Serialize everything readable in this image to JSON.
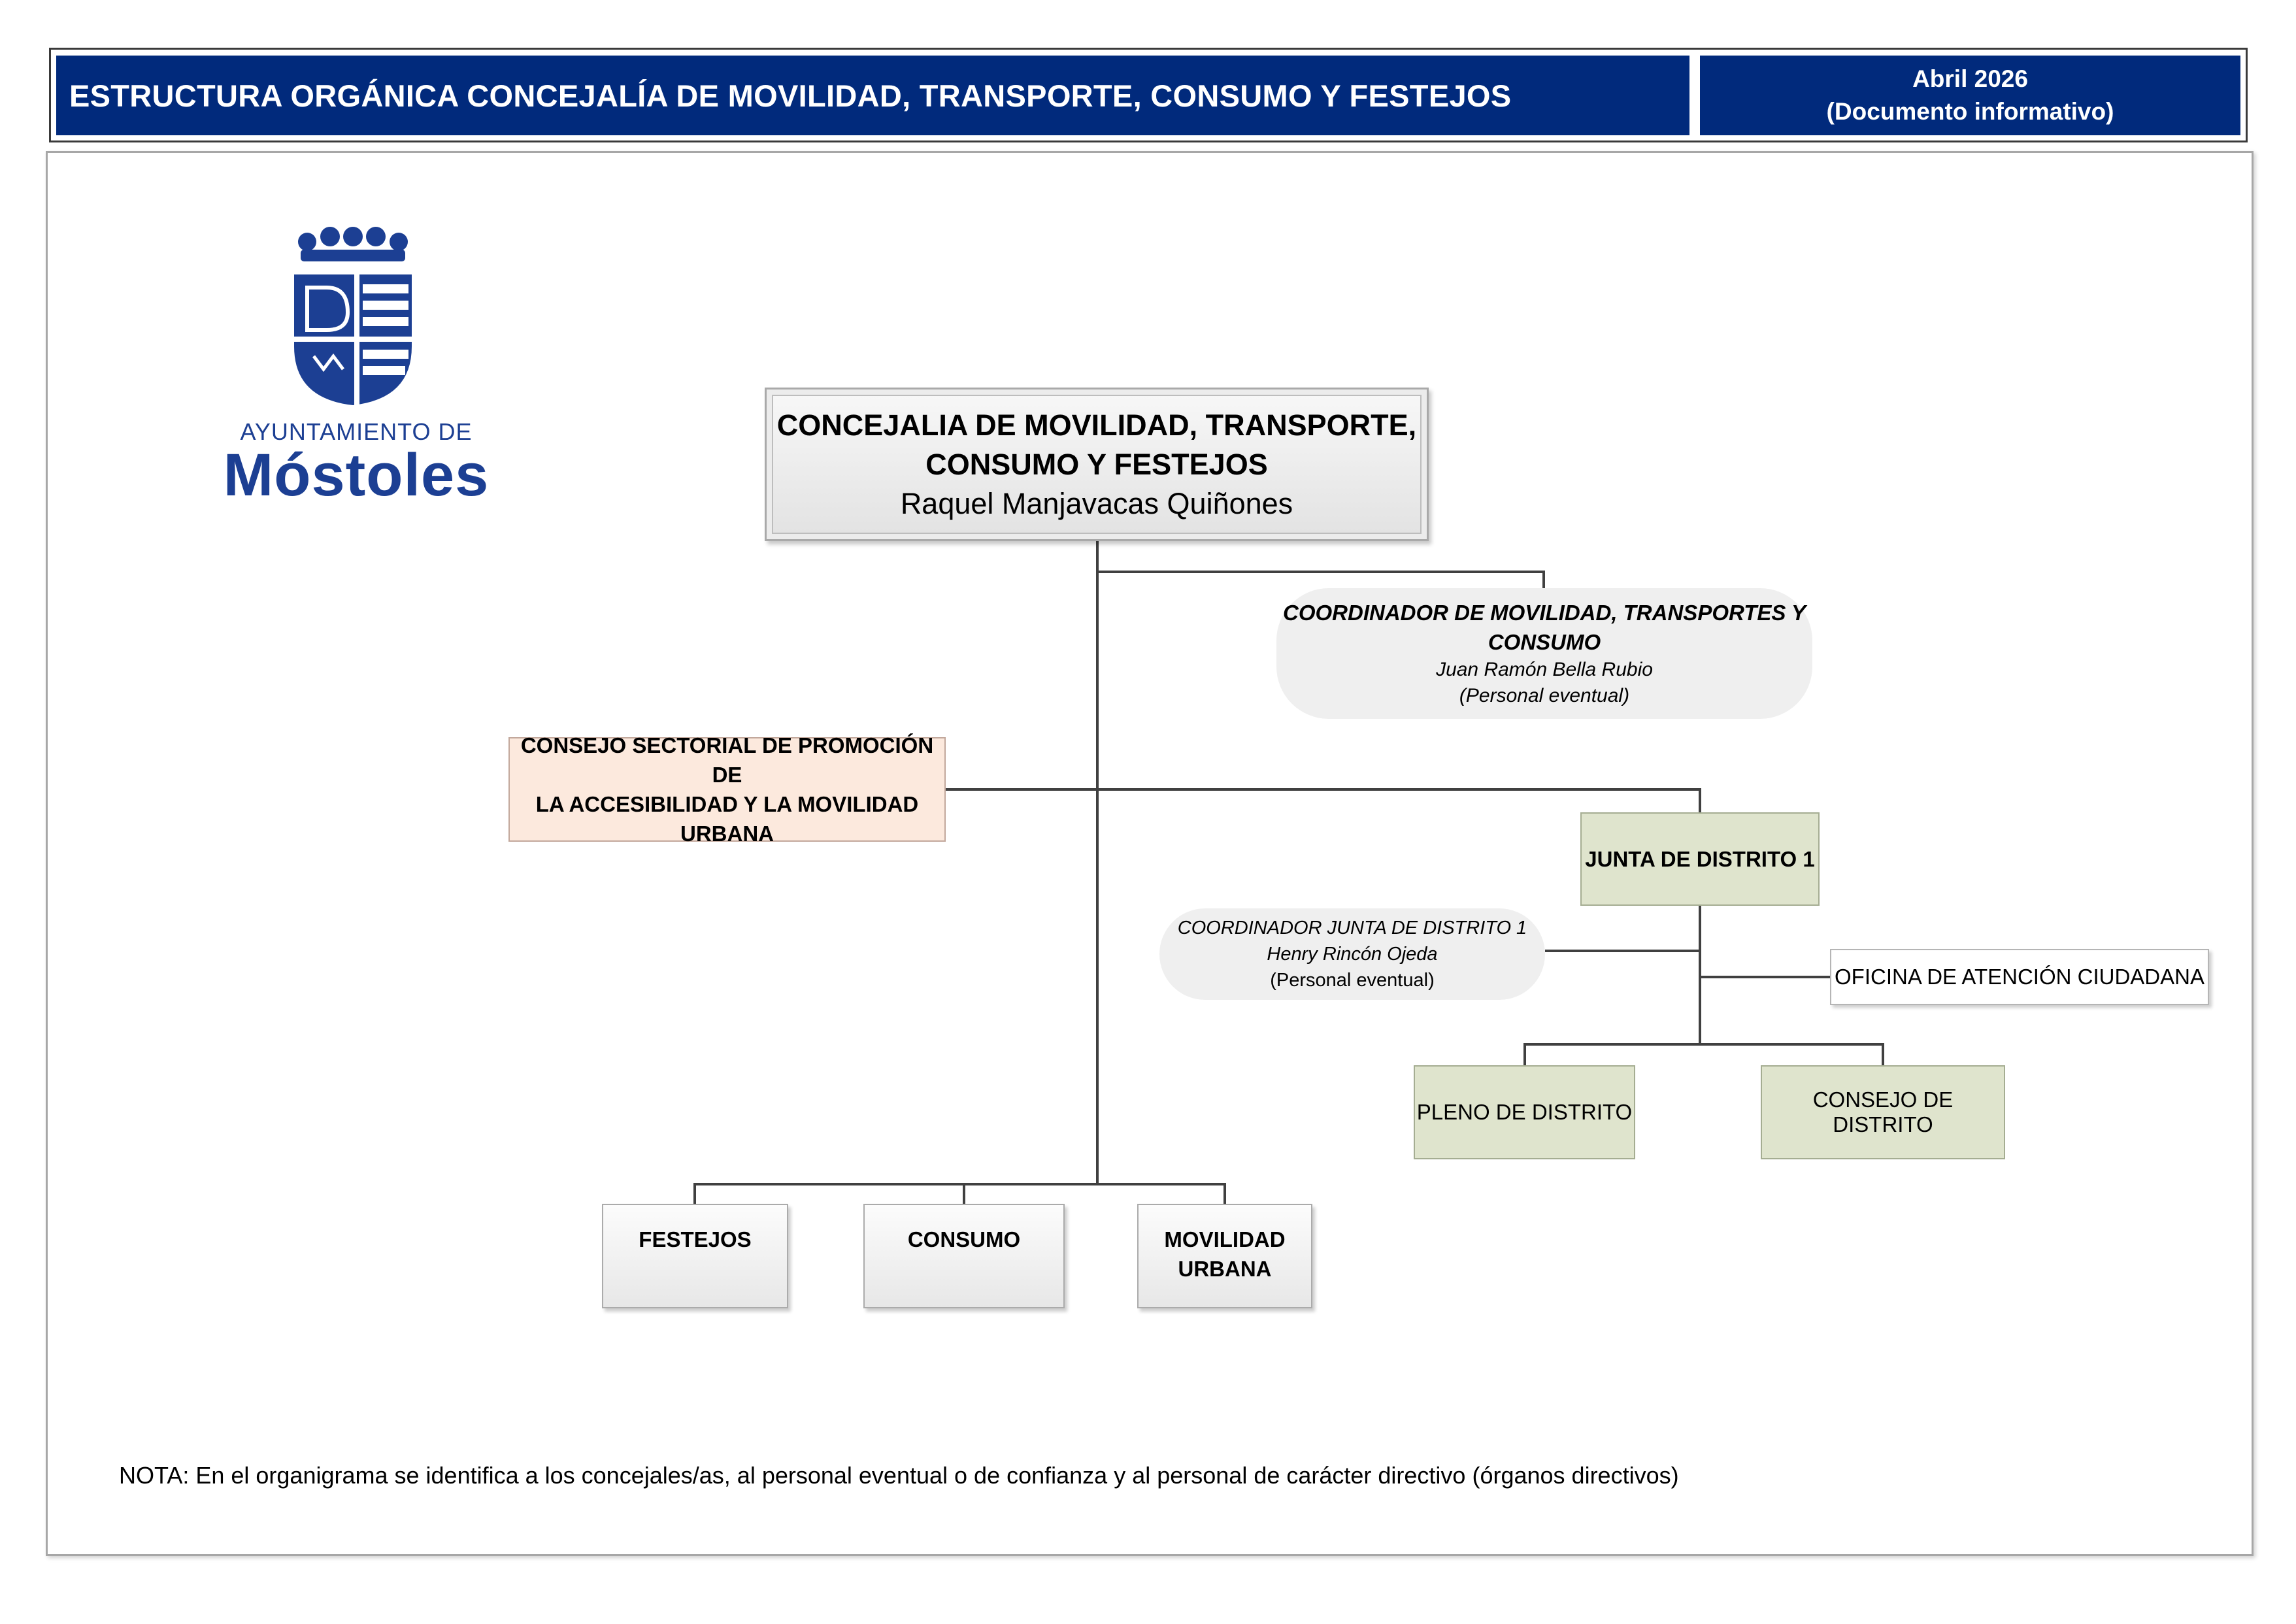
{
  "header": {
    "title": "ESTRUCTURA ORGÁNICA CONCEJALÍA DE MOVILIDAD, TRANSPORTE, CONSUMO Y FESTEJOS",
    "date": "Abril 2026",
    "doc_type": "(Documento informativo)",
    "color": "#012a7c"
  },
  "logo": {
    "line1": "AYUNTAMIENTO DE",
    "line2": "Móstoles",
    "color": "#1c3f93"
  },
  "org": {
    "concejalia": {
      "title_line1": "CONCEJALIA DE MOVILIDAD, TRANSPORTE,",
      "title_line2": "CONSUMO Y FESTEJOS",
      "person": "Raquel Manjavacas Quiñones"
    },
    "coordinador": {
      "title_line1": "COORDINADOR DE MOVILIDAD, TRANSPORTES Y",
      "title_line2": "CONSUMO",
      "person": "Juan Ramón Bella Rubio",
      "note": "(Personal eventual)"
    },
    "consejo_sectorial": {
      "line1": "CONSEJO SECTORIAL DE PROMOCIÓN DE",
      "line2": "LA ACCESIBILIDAD Y LA MOVILIDAD",
      "line3": "URBANA",
      "color": "#fce9dd"
    },
    "junta": {
      "label": "JUNTA DE DISTRITO 1",
      "color": "#dfe4cd"
    },
    "coordinador_junta": {
      "title": "COORDINADOR JUNTA DE DISTRITO 1",
      "person": "Henry Rincón Ojeda",
      "note": "(Personal eventual)"
    },
    "oficina": {
      "label": "OFICINA DE ATENCIÓN CIUDADANA"
    },
    "pleno": {
      "label": "PLENO DE DISTRITO"
    },
    "consejo_distrito": {
      "label": "CONSEJO DE DISTRITO"
    },
    "areas": [
      {
        "line1": "FESTEJOS",
        "line2": ""
      },
      {
        "line1": "CONSUMO",
        "line2": ""
      },
      {
        "line1": "MOVILIDAD",
        "line2": "URBANA"
      }
    ]
  },
  "nota": "NOTA: En el organigrama se identifica a los concejales/as, al personal eventual o de confianza y al personal de carácter directivo (órganos directivos)"
}
